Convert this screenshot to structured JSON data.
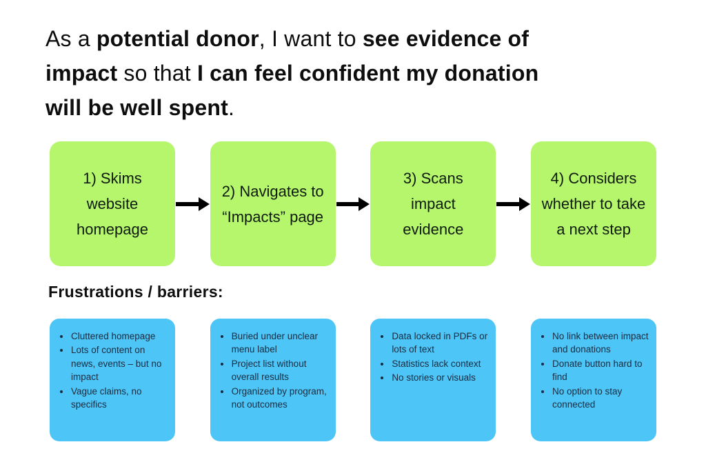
{
  "title": {
    "full_text": "As a potential donor, I want to see evidence of impact so that I can feel confident my donation will be well spent.",
    "lines": [
      {
        "segments": [
          {
            "text": "As a ",
            "bold": false
          },
          {
            "text": "potential donor",
            "bold": true
          },
          {
            "text": ", I want to ",
            "bold": false
          },
          {
            "text": "see evidence of",
            "bold": true
          }
        ]
      },
      {
        "segments": [
          {
            "text": "impact",
            "bold": true
          },
          {
            "text": " so that ",
            "bold": false
          },
          {
            "text": "I can feel confident my donation",
            "bold": true
          }
        ]
      },
      {
        "segments": [
          {
            "text": "will be well spent",
            "bold": true
          },
          {
            "text": ".",
            "bold": false
          }
        ]
      }
    ]
  },
  "journey": {
    "connector_icon": "arrow-right",
    "steps": [
      {
        "label": "1) Skims website homepage"
      },
      {
        "label": "2) Navigates to “Impacts” page"
      },
      {
        "label": "3) Scans impact evidence"
      },
      {
        "label": "4) Considers whether to take a next step"
      }
    ]
  },
  "frustrations": {
    "heading": "Frustrations / barriers:",
    "groups": [
      {
        "items": [
          "Cluttered homepage",
          "Lots of content on news, events – but no impact",
          "Vague claims, no specifics"
        ]
      },
      {
        "items": [
          "Buried under unclear menu label",
          "Project list without overall results",
          "Organized by program, not outcomes"
        ]
      },
      {
        "items": [
          "Data locked in PDFs or lots of text",
          "Statistics lack context",
          "No stories or visuals"
        ]
      },
      {
        "items": [
          "No link between impact and donations",
          "Donate button hard to find",
          "No option to stay connected"
        ]
      }
    ]
  },
  "colors": {
    "background": "#ffffff",
    "step_box": "#b5f66d",
    "step_text": "#0e1a0c",
    "barrier_box": "#4dc5f7",
    "barrier_text": "#1a2b3f",
    "title_text": "#0d0d0d",
    "arrow": "#000000"
  }
}
